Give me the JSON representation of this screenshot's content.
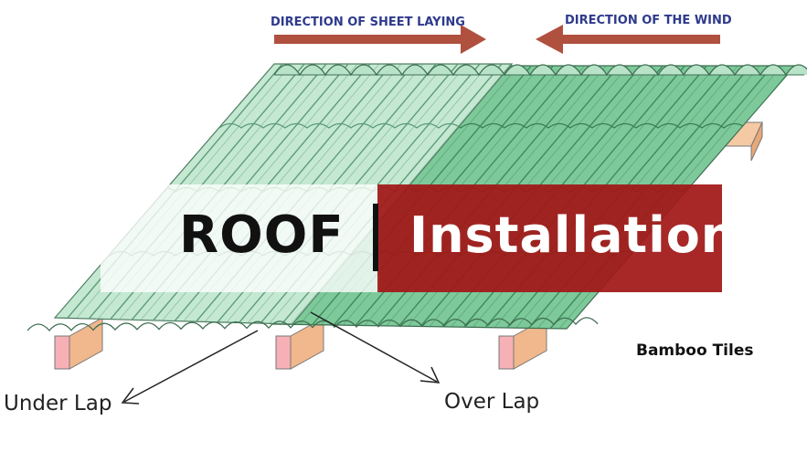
{
  "header": {
    "sheet_direction_label": "DIRECTION OF SHEET LAYING",
    "wind_direction_label": "DIRECTION OF THE WIND"
  },
  "banner": {
    "left_word": "ROOF",
    "right_word": "Installation"
  },
  "callouts": {
    "under_lap": "Under Lap",
    "over_lap": "Over Lap"
  },
  "product_name": "Bamboo Tiles",
  "colors": {
    "tile_green": "#8fd1a8",
    "tile_green_dark": "#6cc08f",
    "arrow_red": "#b0503f",
    "banner_red": "#a11818",
    "label_blue": "#2e3a8c",
    "batten_wood": "#e8a878"
  }
}
